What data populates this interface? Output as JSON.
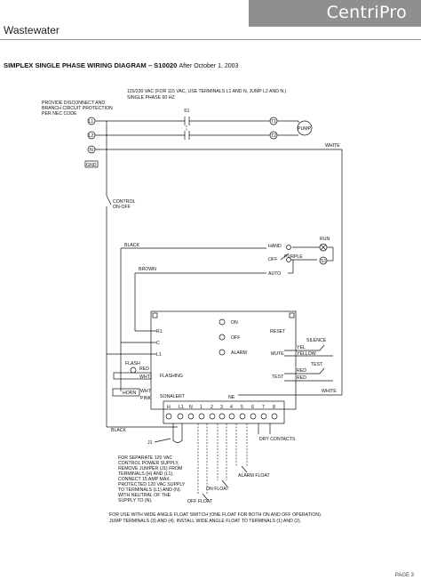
{
  "header": {
    "brand": "CentriPro",
    "section": "Wastewater"
  },
  "document": {
    "title": "SIMPLEX SINGLE PHASE WIRING DIAGRAM – S10020",
    "subtitle": "After October 1, 2003",
    "page": "PAGE 3"
  },
  "diagram": {
    "supply_note_1": "115/230 VAC (FOR 115 VAC, USE TERMINALS L1 AND N, JUMP L2 AND N.)",
    "supply_note_2": "SINGLE PHASE 60 HZ",
    "disconnect_note": [
      "PROVIDE DISCONNECT AND",
      "BRANCH CIRCUIT PROTECTION",
      "PER NEC CODE"
    ],
    "terminals": {
      "l1": "L1",
      "l2": "L2",
      "n": "N",
      "gnd": "GND",
      "s1": "S1",
      "t1": "T1",
      "t2": "T2"
    },
    "pump": "PUMP",
    "white": "WHITE",
    "control_switch": [
      "CONTROL",
      "ON-OFF"
    ],
    "wires": {
      "black": "BLACK",
      "brown": "BROWN",
      "purple": "PURPLE",
      "red": "RED",
      "wht": "WHT",
      "pink": "PINK",
      "yel": "YEL",
      "yellow": "YELLOW",
      "ne": "NE"
    },
    "hoa": {
      "hand": "HAND",
      "off": "OFF",
      "auto": "AUTO",
      "run": "RUN",
      "s1": "S1"
    },
    "board": {
      "r1": "R1",
      "c": "C",
      "l1": "L1",
      "on": "ON",
      "off": "OFF",
      "alarm": "ALARM",
      "reset": "RESET",
      "mute": "MUTE",
      "test": "TEST",
      "flashing": "FLASHING",
      "sonalert": "SONALERT",
      "terminals": [
        "H",
        "L1",
        "N",
        "1",
        "2",
        "3",
        "4",
        "5",
        "6",
        "7",
        "8"
      ]
    },
    "flash": "FLASH",
    "horn": "HORN",
    "silence": "SILENCE",
    "test": "TEST",
    "dry_contacts": "DRY CONTACTS",
    "jumper": "J1",
    "floats": {
      "alarm": "ALARM FLOAT",
      "on": "ON FLOAT",
      "off": "OFF FLOAT"
    },
    "control_note": [
      "FOR SEPARATE 120 VAC",
      "CONTROL POWER SUPPLY,",
      "REMOVE JUMPER (J1) FROM",
      "TERMINALS (H) AND (L1).",
      "CONNECT 15 AMP MAX.",
      "PROTECTED 120 VAC SUPPLY",
      "TO TERMINALS (L1) AND (N).",
      "WITH NEUTRAL OF THE",
      "SUPPLY TO (N)."
    ],
    "wide_angle_note": [
      "FOR USE WITH WIDE ANGLE FLOAT SWITCH (ONE FLOAT FOR BOTH ON AND OFF OPERATION).",
      "JUMP TERMINALS (3) AND (4). INSTALL WIDE ANGLE FLOAT TO TERMINALS (1) AND (2)."
    ]
  }
}
